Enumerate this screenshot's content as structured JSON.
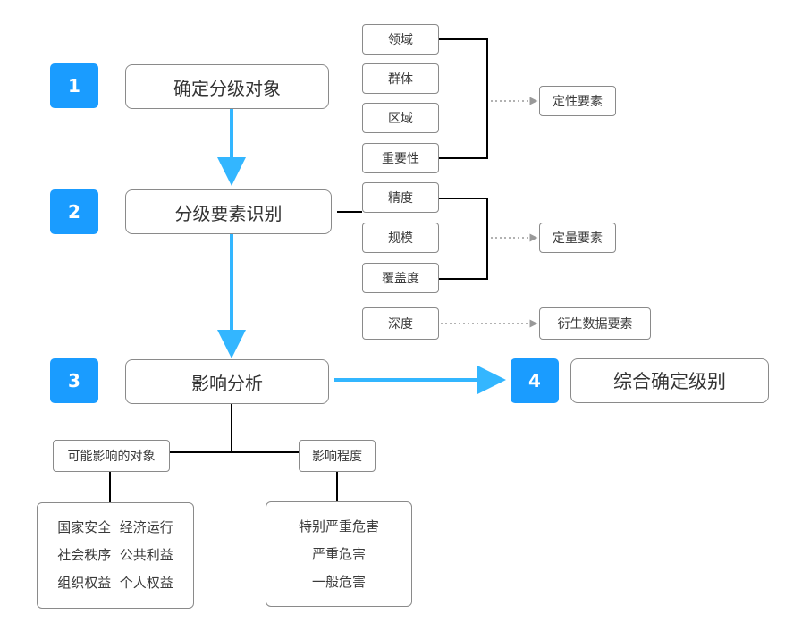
{
  "colors": {
    "badge": "#1a9cff",
    "flow_arrow": "#33b6ff",
    "connector": "#000000",
    "dotted_arrow": "#999999",
    "box_border": "#8a8a8a"
  },
  "steps": [
    {
      "number": "1",
      "label": "确定分级对象"
    },
    {
      "number": "2",
      "label": "分级要素识别"
    },
    {
      "number": "3",
      "label": "影响分析"
    },
    {
      "number": "4",
      "label": "综合确定级别"
    }
  ],
  "qualitative_factors": {
    "items": [
      "领域",
      "群体",
      "区域",
      "重要性"
    ],
    "category": "定性要素"
  },
  "quantitative_factors": {
    "items": [
      "精度",
      "规模",
      "覆盖度"
    ],
    "category": "定量要素"
  },
  "derived_factor": {
    "item": "深度",
    "category": "衍生数据要素"
  },
  "impact_objects": {
    "title": "可能影响的对象",
    "rows": [
      "国家安全  经济运行",
      "社会秩序  公共利益",
      "组织权益  个人权益"
    ]
  },
  "impact_degree": {
    "title": "影响程度",
    "rows": [
      "特别严重危害",
      "严重危害",
      "一般危害"
    ]
  }
}
